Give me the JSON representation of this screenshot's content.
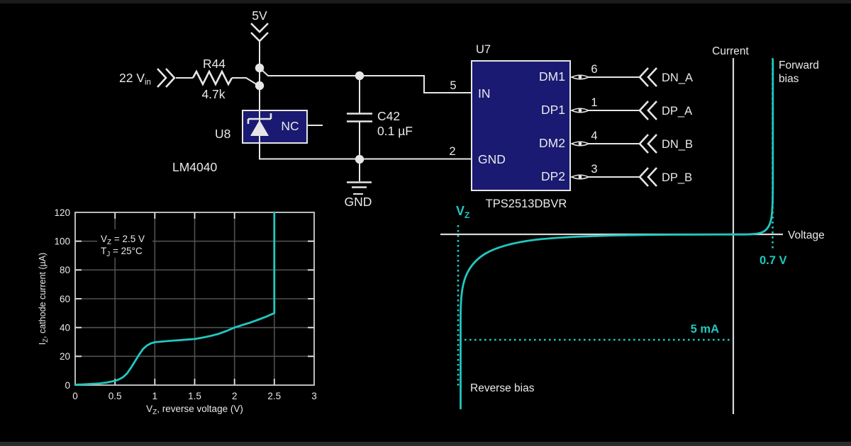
{
  "colors": {
    "accent": "#22c7bf",
    "component_fill": "#1a1a73",
    "wire": "#e6e6e6",
    "grid": "#505050",
    "text": "#e9e9e9",
    "frame": "#cfcfcf",
    "top_bar": "#1a1b1d",
    "bottom_bar": "#2a2c2d"
  },
  "schematic": {
    "input": {
      "label": "22 V",
      "sub": "in"
    },
    "supply": {
      "label": "5V"
    },
    "resistor": {
      "ref": "R44",
      "value": "4.7k"
    },
    "shunt_reg": {
      "ref": "U8",
      "part": "LM4040",
      "pin_label": "NC"
    },
    "capacitor": {
      "ref": "C42",
      "value": "0.1 µF"
    },
    "ground_label": "GND",
    "ic": {
      "ref": "U7",
      "part": "TPS2513DBVR",
      "pins_left": [
        {
          "num": "5",
          "name": "IN"
        },
        {
          "num": "2",
          "name": "GND"
        }
      ],
      "pins_right": [
        {
          "num": "6",
          "name": "DM1",
          "net": "DN_A"
        },
        {
          "num": "1",
          "name": "DP1",
          "net": "DP_A"
        },
        {
          "num": "4",
          "name": "DM2",
          "net": "DN_B"
        },
        {
          "num": "3",
          "name": "DP2",
          "net": "DP_B"
        }
      ]
    }
  },
  "chart_data": [
    {
      "type": "line",
      "title": "",
      "xlabel": "V_Z, reverse voltage (V)",
      "xlabel_parts": [
        "V",
        "Z",
        ", reverse voltage (V)"
      ],
      "ylabel": "I_Z, cathode current (µA)",
      "ylabel_parts": [
        "I",
        "Z",
        ", cathode current (µA)"
      ],
      "x_ticks": [
        "0",
        "0.5",
        "1",
        "1.5",
        "2",
        "2.5",
        "3"
      ],
      "y_ticks": [
        "0",
        "20",
        "40",
        "60",
        "80",
        "100",
        "120"
      ],
      "xlim": [
        0,
        3
      ],
      "ylim": [
        0,
        120
      ],
      "grid": true,
      "legend": false,
      "annotations": [
        "V_Z = 2.5 V",
        "T_J = 25°C"
      ],
      "annotation_parts": {
        "line1": [
          "V",
          "Z",
          " = 2.5 V"
        ],
        "line2": [
          "T",
          "J",
          " = 25°C"
        ]
      },
      "series": [
        {
          "name": "I_Z cathode current",
          "points": [
            [
              0,
              0.3
            ],
            [
              0.1,
              0.5
            ],
            [
              0.2,
              0.8
            ],
            [
              0.3,
              1.2
            ],
            [
              0.4,
              1.8
            ],
            [
              0.5,
              3
            ],
            [
              0.55,
              4
            ],
            [
              0.6,
              5.5
            ],
            [
              0.65,
              8
            ],
            [
              0.7,
              12
            ],
            [
              0.75,
              16.5
            ],
            [
              0.8,
              21
            ],
            [
              0.85,
              25
            ],
            [
              0.9,
              27.5
            ],
            [
              0.95,
              29
            ],
            [
              1,
              29.8
            ],
            [
              1.1,
              30.3
            ],
            [
              1.2,
              30.8
            ],
            [
              1.3,
              31.2
            ],
            [
              1.4,
              31.6
            ],
            [
              1.5,
              32
            ],
            [
              1.6,
              33
            ],
            [
              1.7,
              34.2
            ],
            [
              1.8,
              35.6
            ],
            [
              1.9,
              37.6
            ],
            [
              2,
              40
            ],
            [
              2.1,
              41.8
            ],
            [
              2.2,
              43.5
            ],
            [
              2.3,
              45.5
            ],
            [
              2.4,
              47.6
            ],
            [
              2.5,
              50
            ],
            [
              2.5,
              120
            ]
          ]
        }
      ]
    },
    {
      "type": "line",
      "qualitative": true,
      "xlabel": "Voltage",
      "ylabel": "Current",
      "labels": {
        "forward_line1": "Forward",
        "forward_line2": "bias",
        "reverse": "Reverse bias",
        "vf": "0.7 V",
        "iz": "5 mA",
        "vz": "V",
        "vz_sub": "Z"
      },
      "annotations": [
        "Forward bias",
        "Reverse bias",
        "0.7 V",
        "5 mA",
        "V_Z"
      ]
    }
  ]
}
